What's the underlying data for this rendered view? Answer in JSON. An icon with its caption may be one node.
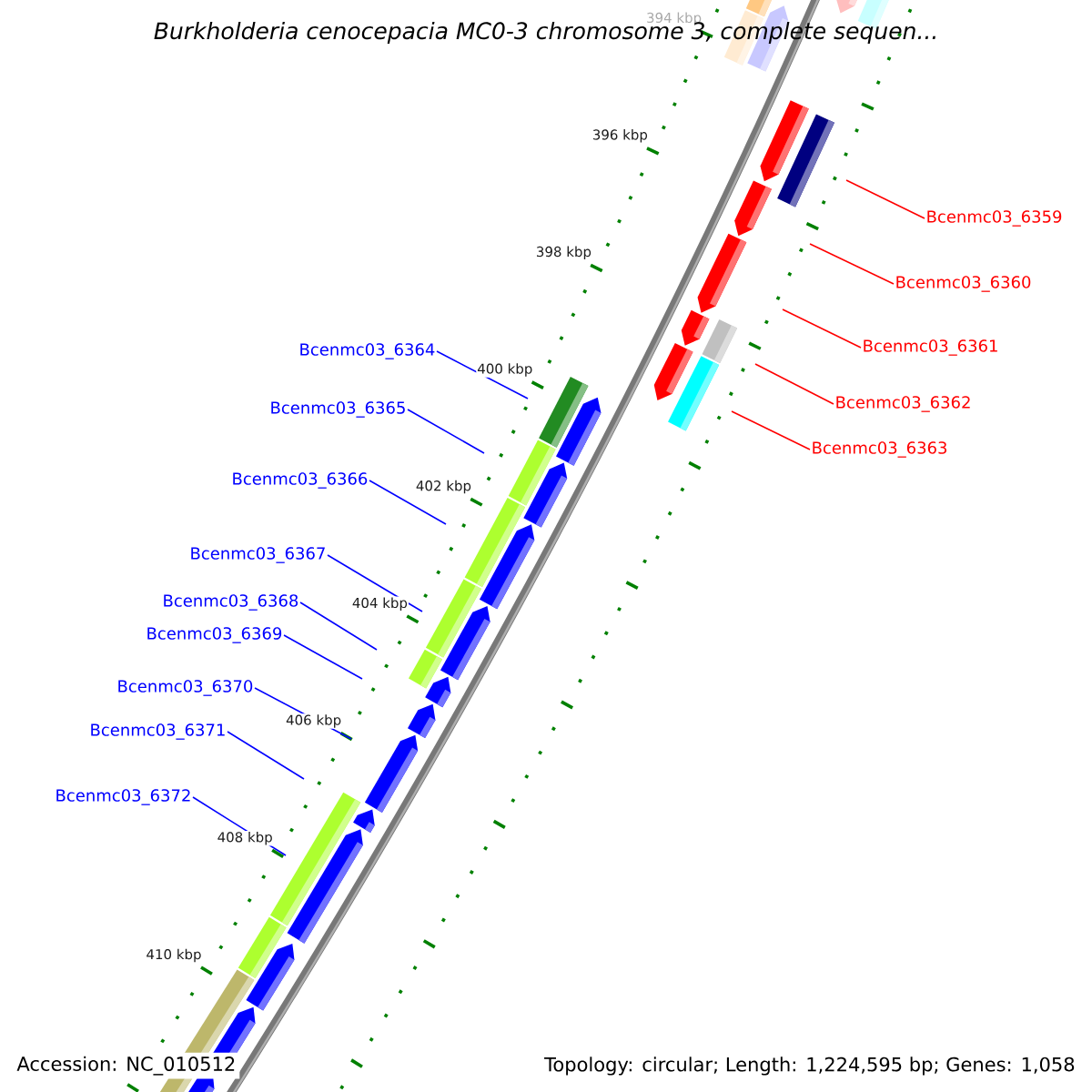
{
  "diagram": {
    "title": "Burkholderia cenocepacia MC0-3 chromosome 3, complete sequen...",
    "nodes": [
      {
        "text": [
          "Bcenmc03_6359"
        ]
      },
      {
        "text": [
          "Bcenmc03_6360"
        ]
      },
      {
        "text": [
          "Bcenmc03_6361"
        ]
      },
      {
        "text": [
          "Bcenmc03_6362"
        ]
      },
      {
        "text": [
          "Bcenmc03_6363"
        ]
      },
      {
        "text": [
          "Bcenmc03_6364"
        ]
      },
      {
        "text": [
          "Bcenmc03_6365"
        ]
      },
      {
        "text": [
          "Bcenmc03_6366"
        ]
      },
      {
        "text": [
          "Bcenmc03_6367"
        ]
      },
      {
        "text": [
          "Bcenmc03_6368"
        ]
      },
      {
        "text": [
          "Bcenmc03_6369"
        ]
      },
      {
        "text": [
          "Bcenmc03_6370"
        ]
      },
      {
        "text": [
          "Bcenmc03_6371"
        ]
      },
      {
        "text": [
          "Bcenmc03_6372"
        ]
      }
    ],
    "edges": [
      {
        "from": 0,
        "to": null,
        "arrow": "none",
        "color": "#ff0000"
      },
      {
        "from": 1,
        "to": null,
        "arrow": "none",
        "color": "#ff0000"
      },
      {
        "from": 2,
        "to": null,
        "arrow": "none",
        "color": "#ff0000"
      },
      {
        "from": 3,
        "to": null,
        "arrow": "none",
        "color": "#ff0000"
      },
      {
        "from": 4,
        "to": null,
        "arrow": "none",
        "color": "#ff0000"
      },
      {
        "from": 5,
        "to": null,
        "arrow": "none"
      },
      {
        "from": 6,
        "to": null,
        "arrow": "none"
      },
      {
        "from": 7,
        "to": null,
        "arrow": "none"
      },
      {
        "from": 8,
        "to": null,
        "arrow": "none"
      },
      {
        "from": 9,
        "to": null,
        "arrow": "none"
      },
      {
        "from": 10,
        "to": null,
        "arrow": "none"
      },
      {
        "from": 11,
        "to": null,
        "arrow": "none"
      },
      {
        "from": 12,
        "to": null,
        "arrow": "none"
      },
      {
        "from": 13,
        "to": null,
        "arrow": "none"
      }
    ],
    "labels": [
      "394 kbp",
      "396 kbp",
      "398 kbp",
      "400 kbp",
      "402 kbp",
      "404 kbp",
      "406 kbp",
      "408 kbp",
      "410 kbp",
      "Accession: NC_010512",
      "Topology: circular; Length: 1,224,595 bp; Genes: 1,058"
    ]
  }
}
